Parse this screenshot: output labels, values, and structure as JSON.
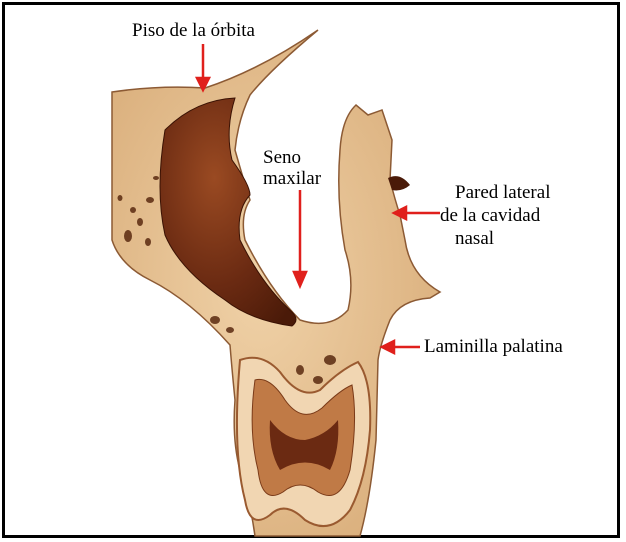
{
  "labels": {
    "piso": "Piso de la órbita",
    "seno_line1": "Seno",
    "seno_line2": "maxilar",
    "pared_line1": "Pared lateral",
    "pared_line2": "de la cavidad",
    "pared_line3": "nasal",
    "laminilla": "Laminilla palatina"
  },
  "colors": {
    "arrow": "#e0201c",
    "bone_light": "#e8c59a",
    "bone_mid": "#c99a66",
    "sinus_dark": "#5a2410",
    "sinus_mid": "#8a3e1c",
    "enamel": "#f3dcc0",
    "dentin": "#b46a3a",
    "pulp": "#6b2a12"
  }
}
